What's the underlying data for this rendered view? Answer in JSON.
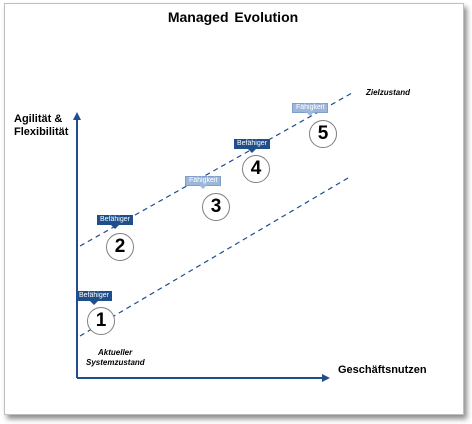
{
  "title": "Managed Evolution",
  "axes": {
    "y_label_line1": "Agilität &",
    "y_label_line2": "Flexibilität",
    "x_label": "Geschäftsnutzen"
  },
  "annotations": {
    "target_state": "Zielzustand",
    "current_state_line1": "Aktueller",
    "current_state_line2": "Systemzustand"
  },
  "steps": [
    {
      "number": "1",
      "tag": "Befähiger",
      "tag_kind": "enabler"
    },
    {
      "number": "2",
      "tag": "Befähiger",
      "tag_kind": "enabler"
    },
    {
      "number": "3",
      "tag": "Fähigkeit",
      "tag_kind": "capability"
    },
    {
      "number": "4",
      "tag": "Befähiger",
      "tag_kind": "enabler"
    },
    {
      "number": "5",
      "tag": "Fähigkeit",
      "tag_kind": "capability"
    }
  ],
  "colors": {
    "axis": "#1f4e8c",
    "corridor": "#1f4e8c",
    "enabler": "#1f4e8c",
    "capability": "#9db7da"
  }
}
